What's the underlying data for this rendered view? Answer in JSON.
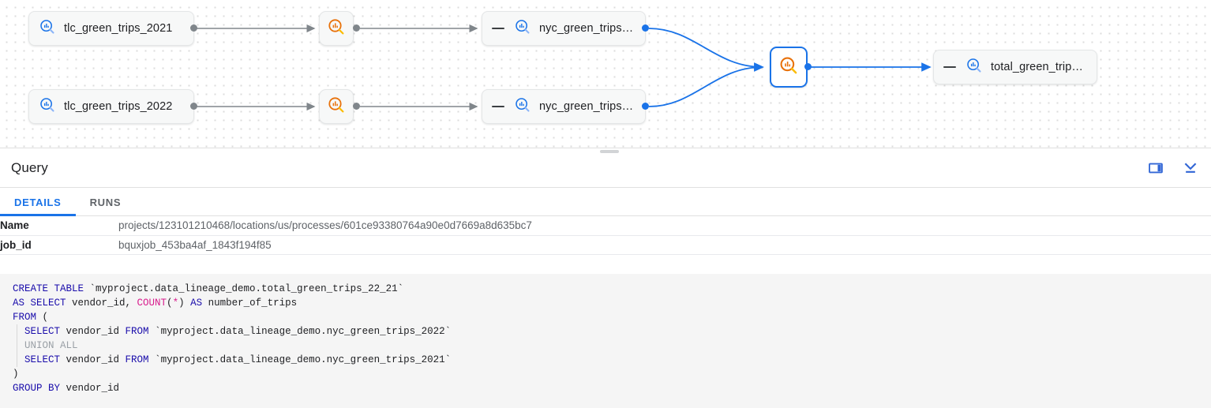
{
  "graph": {
    "nodes": [
      {
        "id": "tlc_2021",
        "type": "table",
        "label": "tlc_green_trips_2021",
        "icon": "magnifier-chart-blue-icon",
        "selected": false,
        "has_dash": false
      },
      {
        "id": "tlc_2022",
        "type": "table",
        "label": "tlc_green_trips_2022",
        "icon": "magnifier-chart-blue-icon",
        "selected": false,
        "has_dash": false
      },
      {
        "id": "proc_2021",
        "type": "process",
        "label": "",
        "icon": "magnifier-chart-orange-icon",
        "selected": false
      },
      {
        "id": "proc_2022",
        "type": "process",
        "label": "",
        "icon": "magnifier-chart-orange-icon",
        "selected": false
      },
      {
        "id": "nyc_2021",
        "type": "table",
        "label": "nyc_green_trips…",
        "icon": "magnifier-chart-blue-icon",
        "selected": false,
        "has_dash": true
      },
      {
        "id": "nyc_2022",
        "type": "table",
        "label": "nyc_green_trips…",
        "icon": "magnifier-chart-blue-icon",
        "selected": false,
        "has_dash": true
      },
      {
        "id": "proc_union",
        "type": "process",
        "label": "",
        "icon": "magnifier-chart-orange-icon",
        "selected": true
      },
      {
        "id": "total",
        "type": "table",
        "label": "total_green_trip…",
        "icon": "magnifier-chart-blue-icon",
        "selected": false,
        "has_dash": true
      }
    ],
    "colors": {
      "edge_grey": "#80868b",
      "edge_blue": "#1a73e8",
      "icon_blue": "#1a73e8",
      "icon_orange": "#f29900",
      "selected_border": "#1a73e8"
    }
  },
  "panel": {
    "title": "Query",
    "actions": [
      {
        "name": "side-panel-icon",
        "tooltip": "Toggle side panel"
      },
      {
        "name": "collapse-down-icon",
        "tooltip": "Collapse panel"
      }
    ],
    "tabs": [
      {
        "id": "details",
        "label": "DETAILS",
        "active": true
      },
      {
        "id": "runs",
        "label": "RUNS",
        "active": false
      }
    ],
    "details_rows": [
      {
        "key": "Name",
        "value": "projects/123101210468/locations/us/processes/601ce93380764a90e0d7669a8d635bc7"
      },
      {
        "key": "job_id",
        "value": "bquxjob_453ba4af_1843f194f85"
      }
    ],
    "sql": {
      "lines": [
        "CREATE TABLE `myproject.data_lineage_demo.total_green_trips_22_21`",
        "AS SELECT vendor_id, COUNT(*) AS number_of_trips",
        "FROM (",
        "  SELECT vendor_id FROM `myproject.data_lineage_demo.nyc_green_trips_2022`",
        "  UNION ALL",
        "  SELECT vendor_id FROM `myproject.data_lineage_demo.nyc_green_trips_2021`",
        ")",
        "GROUP BY vendor_id"
      ]
    }
  }
}
